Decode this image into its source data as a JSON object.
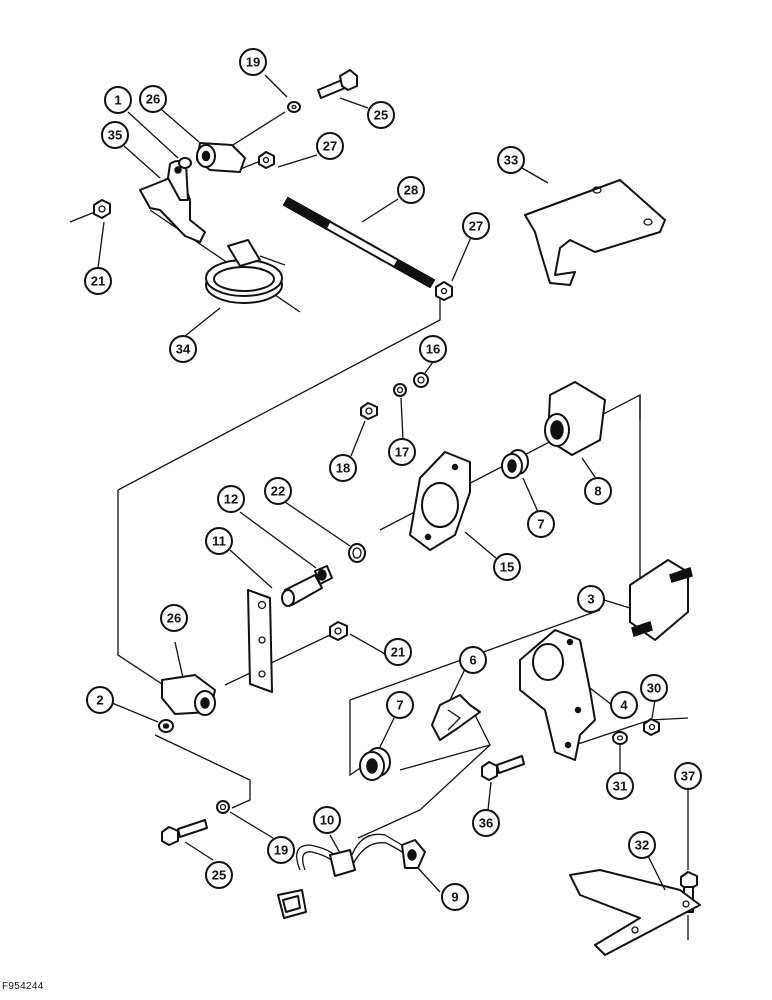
{
  "figure_code": "F954244",
  "callouts": [
    {
      "id": "c19a",
      "label": "19"
    },
    {
      "id": "c25a",
      "label": "25"
    },
    {
      "id": "c1",
      "label": "1"
    },
    {
      "id": "c26a",
      "label": "26"
    },
    {
      "id": "c35",
      "label": "35"
    },
    {
      "id": "c27a",
      "label": "27"
    },
    {
      "id": "c33",
      "label": "33"
    },
    {
      "id": "c28",
      "label": "28"
    },
    {
      "id": "c27b",
      "label": "27"
    },
    {
      "id": "c21a",
      "label": "21"
    },
    {
      "id": "c34",
      "label": "34"
    },
    {
      "id": "c16",
      "label": "16"
    },
    {
      "id": "c18",
      "label": "18"
    },
    {
      "id": "c17",
      "label": "17"
    },
    {
      "id": "c8",
      "label": "8"
    },
    {
      "id": "c12",
      "label": "12"
    },
    {
      "id": "c22",
      "label": "22"
    },
    {
      "id": "c7a",
      "label": "7"
    },
    {
      "id": "c11",
      "label": "11"
    },
    {
      "id": "c15",
      "label": "15"
    },
    {
      "id": "c3",
      "label": "3"
    },
    {
      "id": "c21b",
      "label": "21"
    },
    {
      "id": "c26b",
      "label": "26"
    },
    {
      "id": "c6",
      "label": "6"
    },
    {
      "id": "c2",
      "label": "2"
    },
    {
      "id": "c7b",
      "label": "7"
    },
    {
      "id": "c4",
      "label": "4"
    },
    {
      "id": "c30",
      "label": "30"
    },
    {
      "id": "c31",
      "label": "31"
    },
    {
      "id": "c36",
      "label": "36"
    },
    {
      "id": "c37",
      "label": "37"
    },
    {
      "id": "c10",
      "label": "10"
    },
    {
      "id": "c19b",
      "label": "19"
    },
    {
      "id": "c25b",
      "label": "25"
    },
    {
      "id": "c9",
      "label": "9"
    },
    {
      "id": "c32",
      "label": "32"
    }
  ]
}
